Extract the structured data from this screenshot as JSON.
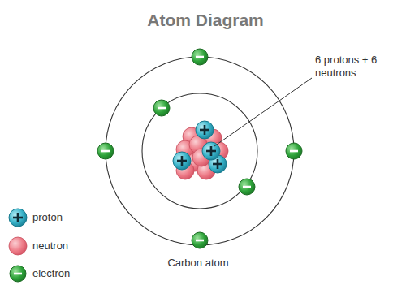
{
  "diagram": {
    "title": "Atom Diagram",
    "caption": "Carbon atom",
    "labels": [
      "6 protons + 6 neutrons"
    ],
    "legend": [
      {
        "text": "proton"
      },
      {
        "text": "neutron"
      },
      {
        "text": "electron"
      }
    ]
  }
}
